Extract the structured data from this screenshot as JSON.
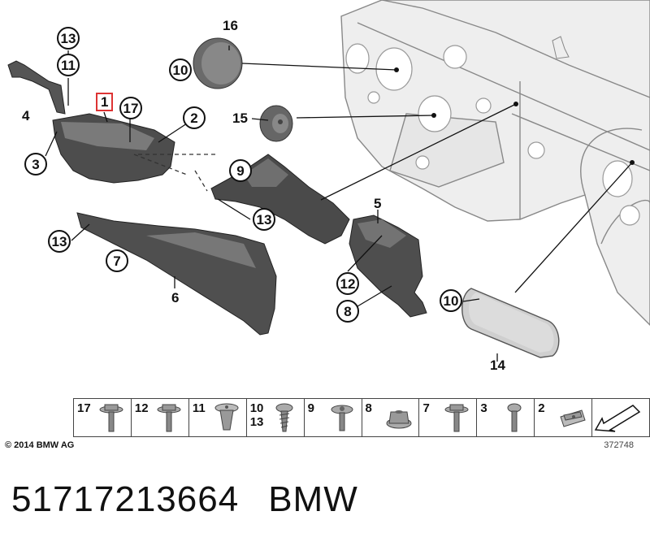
{
  "callouts": {
    "c13a": "13",
    "c11": "11",
    "c4": "4",
    "c1": "1",
    "c17": "17",
    "c2": "2",
    "c3": "3",
    "c16": "16",
    "c10a": "10",
    "c15": "15",
    "c9": "9",
    "c13b": "13",
    "c13c": "13",
    "c7": "7",
    "c6": "6",
    "c5": "5",
    "c12": "12",
    "c8": "8",
    "c10b": "10",
    "c14": "14"
  },
  "legend": [
    {
      "label": "17",
      "icon": "hex-flange-screw-icon"
    },
    {
      "label": "12",
      "icon": "hex-flange-screw-icon"
    },
    {
      "label": "11",
      "icon": "plastic-expanding-rivet-icon"
    },
    {
      "label": "10\n13",
      "icon": "self-tapping-screw-icon"
    },
    {
      "label": "9",
      "icon": "torx-screw-icon"
    },
    {
      "label": "8",
      "icon": "hex-nut-icon"
    },
    {
      "label": "7",
      "icon": "hex-flange-screw-icon"
    },
    {
      "label": "3",
      "icon": "pan-head-screw-icon"
    },
    {
      "label": "2",
      "icon": "clip-nut-icon"
    },
    {
      "label": "",
      "icon": "direction-arrow-icon"
    }
  ],
  "copyright": "© 2014 BMW AG",
  "image_number": "372748",
  "part_number": "51717213664",
  "brand": "BMW"
}
